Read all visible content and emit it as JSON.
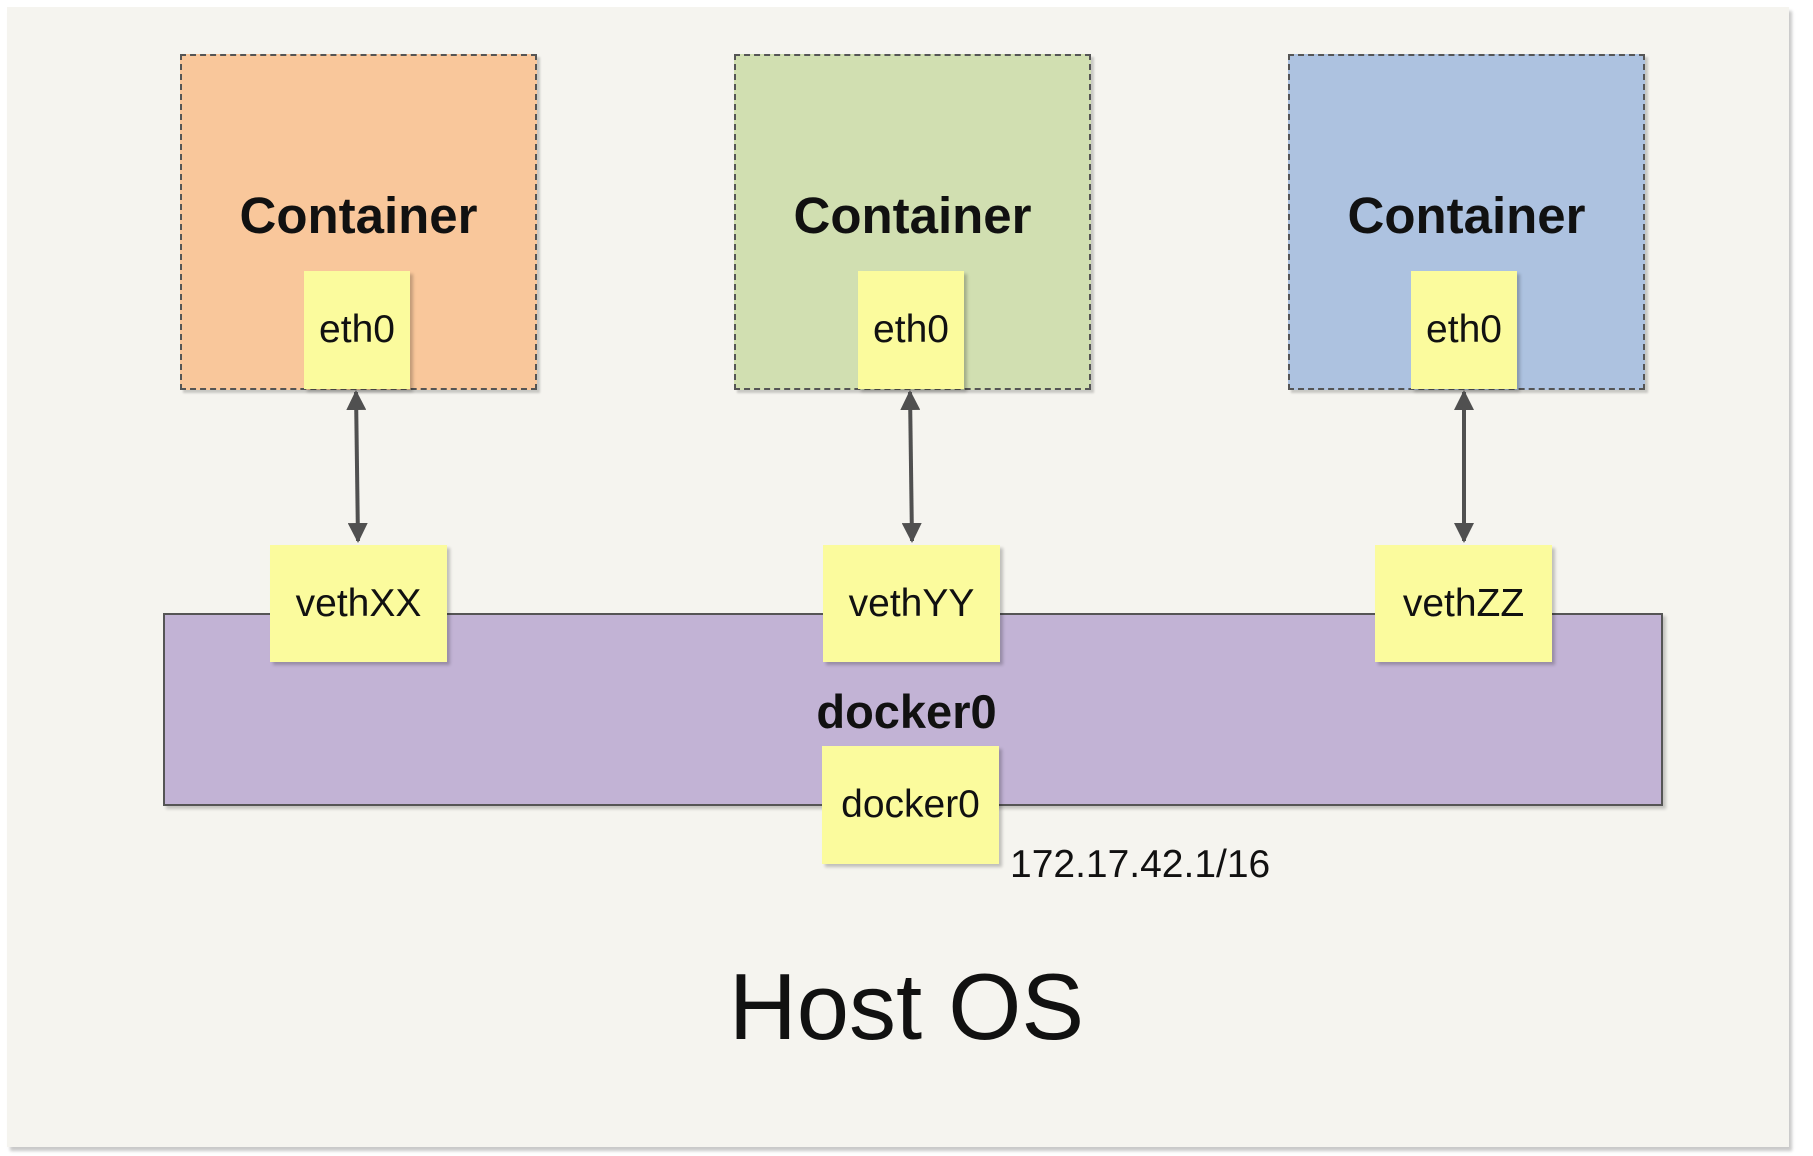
{
  "containers": [
    {
      "title": "Container",
      "iface": "eth0",
      "veth": "vethXX",
      "fill": "#f9c79b"
    },
    {
      "title": "Container",
      "iface": "eth0",
      "veth": "vethYY",
      "fill": "#d1dfb1"
    },
    {
      "title": "Container",
      "iface": "eth0",
      "veth": "vethZZ",
      "fill": "#adc2e0"
    }
  ],
  "bridge": {
    "title": "docker0",
    "iface": "docker0",
    "ip": "172.17.42.1/16",
    "fill": "#c2b3d5"
  },
  "host": {
    "label": "Host OS",
    "fill": "#f5f4ef"
  },
  "colors": {
    "note": "#fbfb9d",
    "arrow": "#505050"
  }
}
